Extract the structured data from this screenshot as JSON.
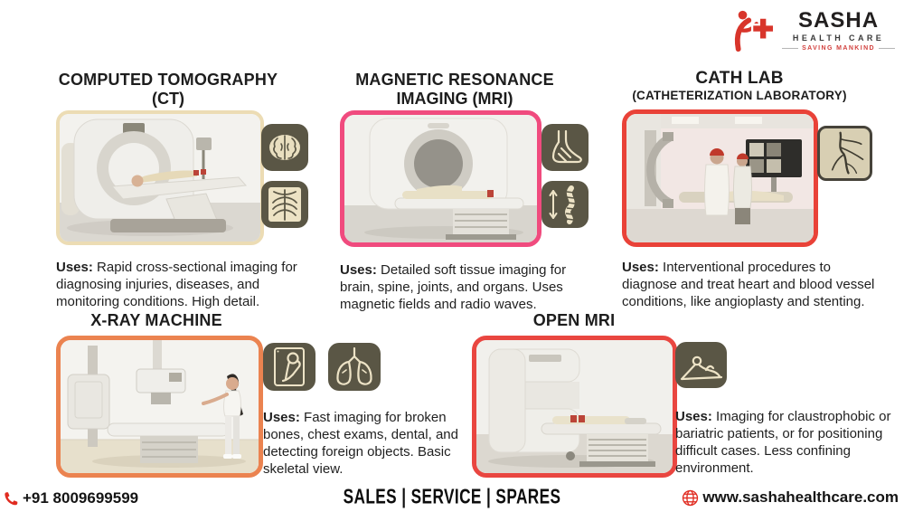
{
  "logo": {
    "brand": "SASHA",
    "brand_sub": "HEALTH CARE",
    "tagline": "SAVING MANKIND"
  },
  "sections": {
    "ct": {
      "title1": "COMPUTED TOMOGRAPHY",
      "title2": "(CT)",
      "uses_label": "Uses:",
      "uses_text": "Rapid cross-sectional imaging for diagnosing injuries, diseases, and monitoring conditions. High detail.",
      "accent": "#ecdcb4",
      "icons": [
        "brain-scan-icon",
        "chest-xray-icon"
      ]
    },
    "mri": {
      "title1": "MAGNETIC RESONANCE",
      "title2": "IMAGING (MRI)",
      "uses_label": "Uses:",
      "uses_text": "Detailed soft tissue imaging for brain, spine, joints, and organs. Uses magnetic fields and radio waves.",
      "accent": "#f04b7e",
      "icons": [
        "foot-xray-icon",
        "spine-icon"
      ]
    },
    "cath": {
      "title1": "CATH LAB",
      "title2": "(CATHETERIZATION LABORATORY)",
      "uses_label": "Uses:",
      "uses_text": "Interventional procedures to diagnose and treat heart and blood vessel conditions, like angioplasty and stenting.",
      "accent": "#e94238",
      "icons": [
        "angiogram-icon"
      ]
    },
    "xray": {
      "title1": "X-RAY MACHINE",
      "uses_label": "Uses:",
      "uses_text": "Fast imaging for broken bones, chest exams, dental, and detecting foreign objects. Basic skeletal view.",
      "accent": "#eb8350",
      "icons": [
        "hip-xray-icon",
        "lungs-icon"
      ]
    },
    "openmri": {
      "title1": "OPEN MRI",
      "uses_label": "Uses:",
      "uses_text": "Imaging for claustrophobic or bariatric patients, or for positioning difficult cases. Less confining environment.",
      "accent": "#e94640",
      "icons": [
        "patient-lying-icon"
      ]
    }
  },
  "footer": {
    "phone": "+91 8009699599",
    "services": "SALES | SERVICE | SPARES",
    "website": "www.sashahealthcare.com"
  },
  "colors": {
    "icon_tile_bg": "#5a5645",
    "icon_line": "#ede3c6",
    "angiogram_tile_bg": "#d8cfb3",
    "brand_red": "#d8352b"
  }
}
